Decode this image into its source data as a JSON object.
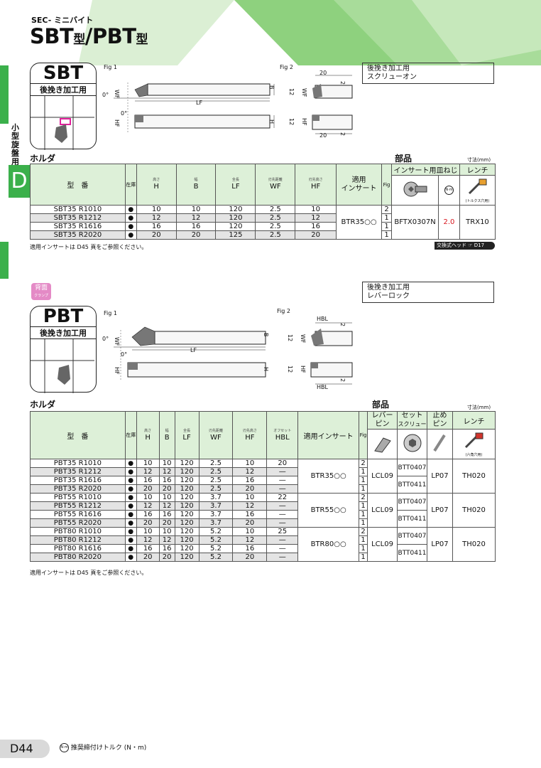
{
  "header": {
    "series": "SEC- ミニバイト",
    "title_part1": "SBT",
    "title_suffix1": "型",
    "title_sep": "/",
    "title_part2": "PBT",
    "title_suffix2": "型",
    "bg_color": "#7cc96f"
  },
  "sidebar": {
    "category": "小型旋盤用",
    "letter": "D",
    "accent_color": "#3bb04b"
  },
  "sbt": {
    "name": "SBT",
    "subtitle": "後挽き加工用",
    "fig1": "Fig 1",
    "fig2": "Fig 2",
    "note_line1": "後挽き加工用",
    "note_line2": "スクリューオン",
    "dims": {
      "b": "B",
      "wf": "WF",
      "lf": "LF",
      "hf": "HF",
      "h": "H",
      "deg": "0°",
      "twelve": "12",
      "two": "2",
      "twenty": "20"
    },
    "section_holder": "ホルダ",
    "section_parts": "部品",
    "unit": "寸法(mm)",
    "headers": {
      "model": "型　番",
      "stock": "在庫",
      "h_jp": "高さ",
      "h": "H",
      "b_jp": "幅",
      "b": "B",
      "lf_jp": "全長",
      "lf": "LF",
      "wf_jp": "刃先距離",
      "wf": "WF",
      "hf_jp": "刃先高さ",
      "hf": "HF",
      "insert_1": "適用",
      "insert_2": "インサート",
      "fig": "Fig",
      "parts_group": "インサート用皿ねじ",
      "wrench": "レンチ",
      "wrench_note": "(トルクス穴用)"
    },
    "rows": [
      {
        "model": "SBT35 R1010",
        "stock": "●",
        "h": "10",
        "b": "10",
        "lf": "120",
        "wf": "2.5",
        "hf": "10",
        "fig": "2"
      },
      {
        "model": "SBT35 R1212",
        "stock": "●",
        "h": "12",
        "b": "12",
        "lf": "120",
        "wf": "2.5",
        "hf": "12",
        "fig": "1"
      },
      {
        "model": "SBT35 R1616",
        "stock": "●",
        "h": "16",
        "b": "16",
        "lf": "120",
        "wf": "2.5",
        "hf": "16",
        "fig": "1"
      },
      {
        "model": "SBT35 R2020",
        "stock": "●",
        "h": "20",
        "b": "20",
        "lf": "125",
        "wf": "2.5",
        "hf": "20",
        "fig": "1"
      }
    ],
    "insert": "BTR35○○",
    "screw": "BFTX0307N",
    "torque": "2.0",
    "wrench_value": "TRX10",
    "footnote": "適用インサートは D45 頁をご参照ください。",
    "ref_badge": "交換式ヘッド ☞ D17"
  },
  "pbt": {
    "badge_main": "背面",
    "badge_sub": "クランプ",
    "name": "PBT",
    "subtitle": "後挽き加工用",
    "fig1": "Fig 1",
    "fig2": "Fig 2",
    "note_line1": "後挽き加工用",
    "note_line2": "レバーロック",
    "dims": {
      "b": "B",
      "wf": "WF",
      "lf": "LF",
      "hf": "HF",
      "h": "H",
      "deg": "0°",
      "twelve": "12",
      "two": "2",
      "hbl": "HBL"
    },
    "section_holder": "ホルダ",
    "section_parts": "部品",
    "unit": "寸法(mm)",
    "headers": {
      "model": "型　番",
      "stock": "在庫",
      "h_jp": "高さ",
      "h": "H",
      "b_jp": "幅",
      "b": "B",
      "lf_jp": "全長",
      "lf": "LF",
      "wf_jp": "刃先距離",
      "wf": "WF",
      "hf_jp": "刃先高さ",
      "hf": "HF",
      "hbl_jp": "オフセット",
      "hbl": "HBL",
      "insert": "適用インサート",
      "fig": "Fig",
      "lever_1": "レバー",
      "lever_2": "ピン",
      "set_1": "セット",
      "set_2": "スクリュー",
      "stop_1": "止め",
      "stop_2": "ピン",
      "wrench": "レンチ",
      "wrench_note": "(六角穴用)"
    },
    "groups": [
      {
        "insert": "BTR35○○",
        "lever": "LCL09",
        "set_a": "BTT0407",
        "set_b": "BTT0411",
        "stop": "LP07",
        "wrench": "TH020",
        "rows": [
          {
            "model": "PBT35 R1010",
            "stock": "●",
            "h": "10",
            "b": "10",
            "lf": "120",
            "wf": "2.5",
            "hf": "10",
            "hbl": "20",
            "fig": "2"
          },
          {
            "model": "PBT35 R1212",
            "stock": "●",
            "h": "12",
            "b": "12",
            "lf": "120",
            "wf": "2.5",
            "hf": "12",
            "hbl": "—",
            "fig": "1"
          },
          {
            "model": "PBT35 R1616",
            "stock": "●",
            "h": "16",
            "b": "16",
            "lf": "120",
            "wf": "2.5",
            "hf": "16",
            "hbl": "—",
            "fig": "1"
          },
          {
            "model": "PBT35 R2020",
            "stock": "●",
            "h": "20",
            "b": "20",
            "lf": "120",
            "wf": "2.5",
            "hf": "20",
            "hbl": "—",
            "fig": "1"
          }
        ]
      },
      {
        "insert": "BTR55○○",
        "lever": "LCL09",
        "set_a": "BTT0407",
        "set_b": "BTT0411",
        "stop": "LP07",
        "wrench": "TH020",
        "rows": [
          {
            "model": "PBT55 R1010",
            "stock": "●",
            "h": "10",
            "b": "10",
            "lf": "120",
            "wf": "3.7",
            "hf": "10",
            "hbl": "22",
            "fig": "2"
          },
          {
            "model": "PBT55 R1212",
            "stock": "●",
            "h": "12",
            "b": "12",
            "lf": "120",
            "wf": "3.7",
            "hf": "12",
            "hbl": "—",
            "fig": "1"
          },
          {
            "model": "PBT55 R1616",
            "stock": "●",
            "h": "16",
            "b": "16",
            "lf": "120",
            "wf": "3.7",
            "hf": "16",
            "hbl": "—",
            "fig": "1"
          },
          {
            "model": "PBT55 R2020",
            "stock": "●",
            "h": "20",
            "b": "20",
            "lf": "120",
            "wf": "3.7",
            "hf": "20",
            "hbl": "—",
            "fig": "1"
          }
        ]
      },
      {
        "insert": "BTR80○○",
        "lever": "LCL09",
        "set_a": "BTT0407",
        "set_b": "BTT0411",
        "stop": "LP07",
        "wrench": "TH020",
        "rows": [
          {
            "model": "PBT80 R1010",
            "stock": "●",
            "h": "10",
            "b": "10",
            "lf": "120",
            "wf": "5.2",
            "hf": "10",
            "hbl": "25",
            "fig": "2"
          },
          {
            "model": "PBT80 R1212",
            "stock": "●",
            "h": "12",
            "b": "12",
            "lf": "120",
            "wf": "5.2",
            "hf": "12",
            "hbl": "—",
            "fig": "1"
          },
          {
            "model": "PBT80 R1616",
            "stock": "●",
            "h": "16",
            "b": "16",
            "lf": "120",
            "wf": "5.2",
            "hf": "16",
            "hbl": "—",
            "fig": "1"
          },
          {
            "model": "PBT80 R2020",
            "stock": "●",
            "h": "20",
            "b": "20",
            "lf": "120",
            "wf": "5.2",
            "hf": "20",
            "hbl": "—",
            "fig": "1"
          }
        ]
      }
    ],
    "footnote": "適用インサートは D45 頁をご参照ください。"
  },
  "footer": {
    "page": "D44",
    "torque_icon": "N·m",
    "torque_note": "推奨締付けトルク (N・m)"
  }
}
